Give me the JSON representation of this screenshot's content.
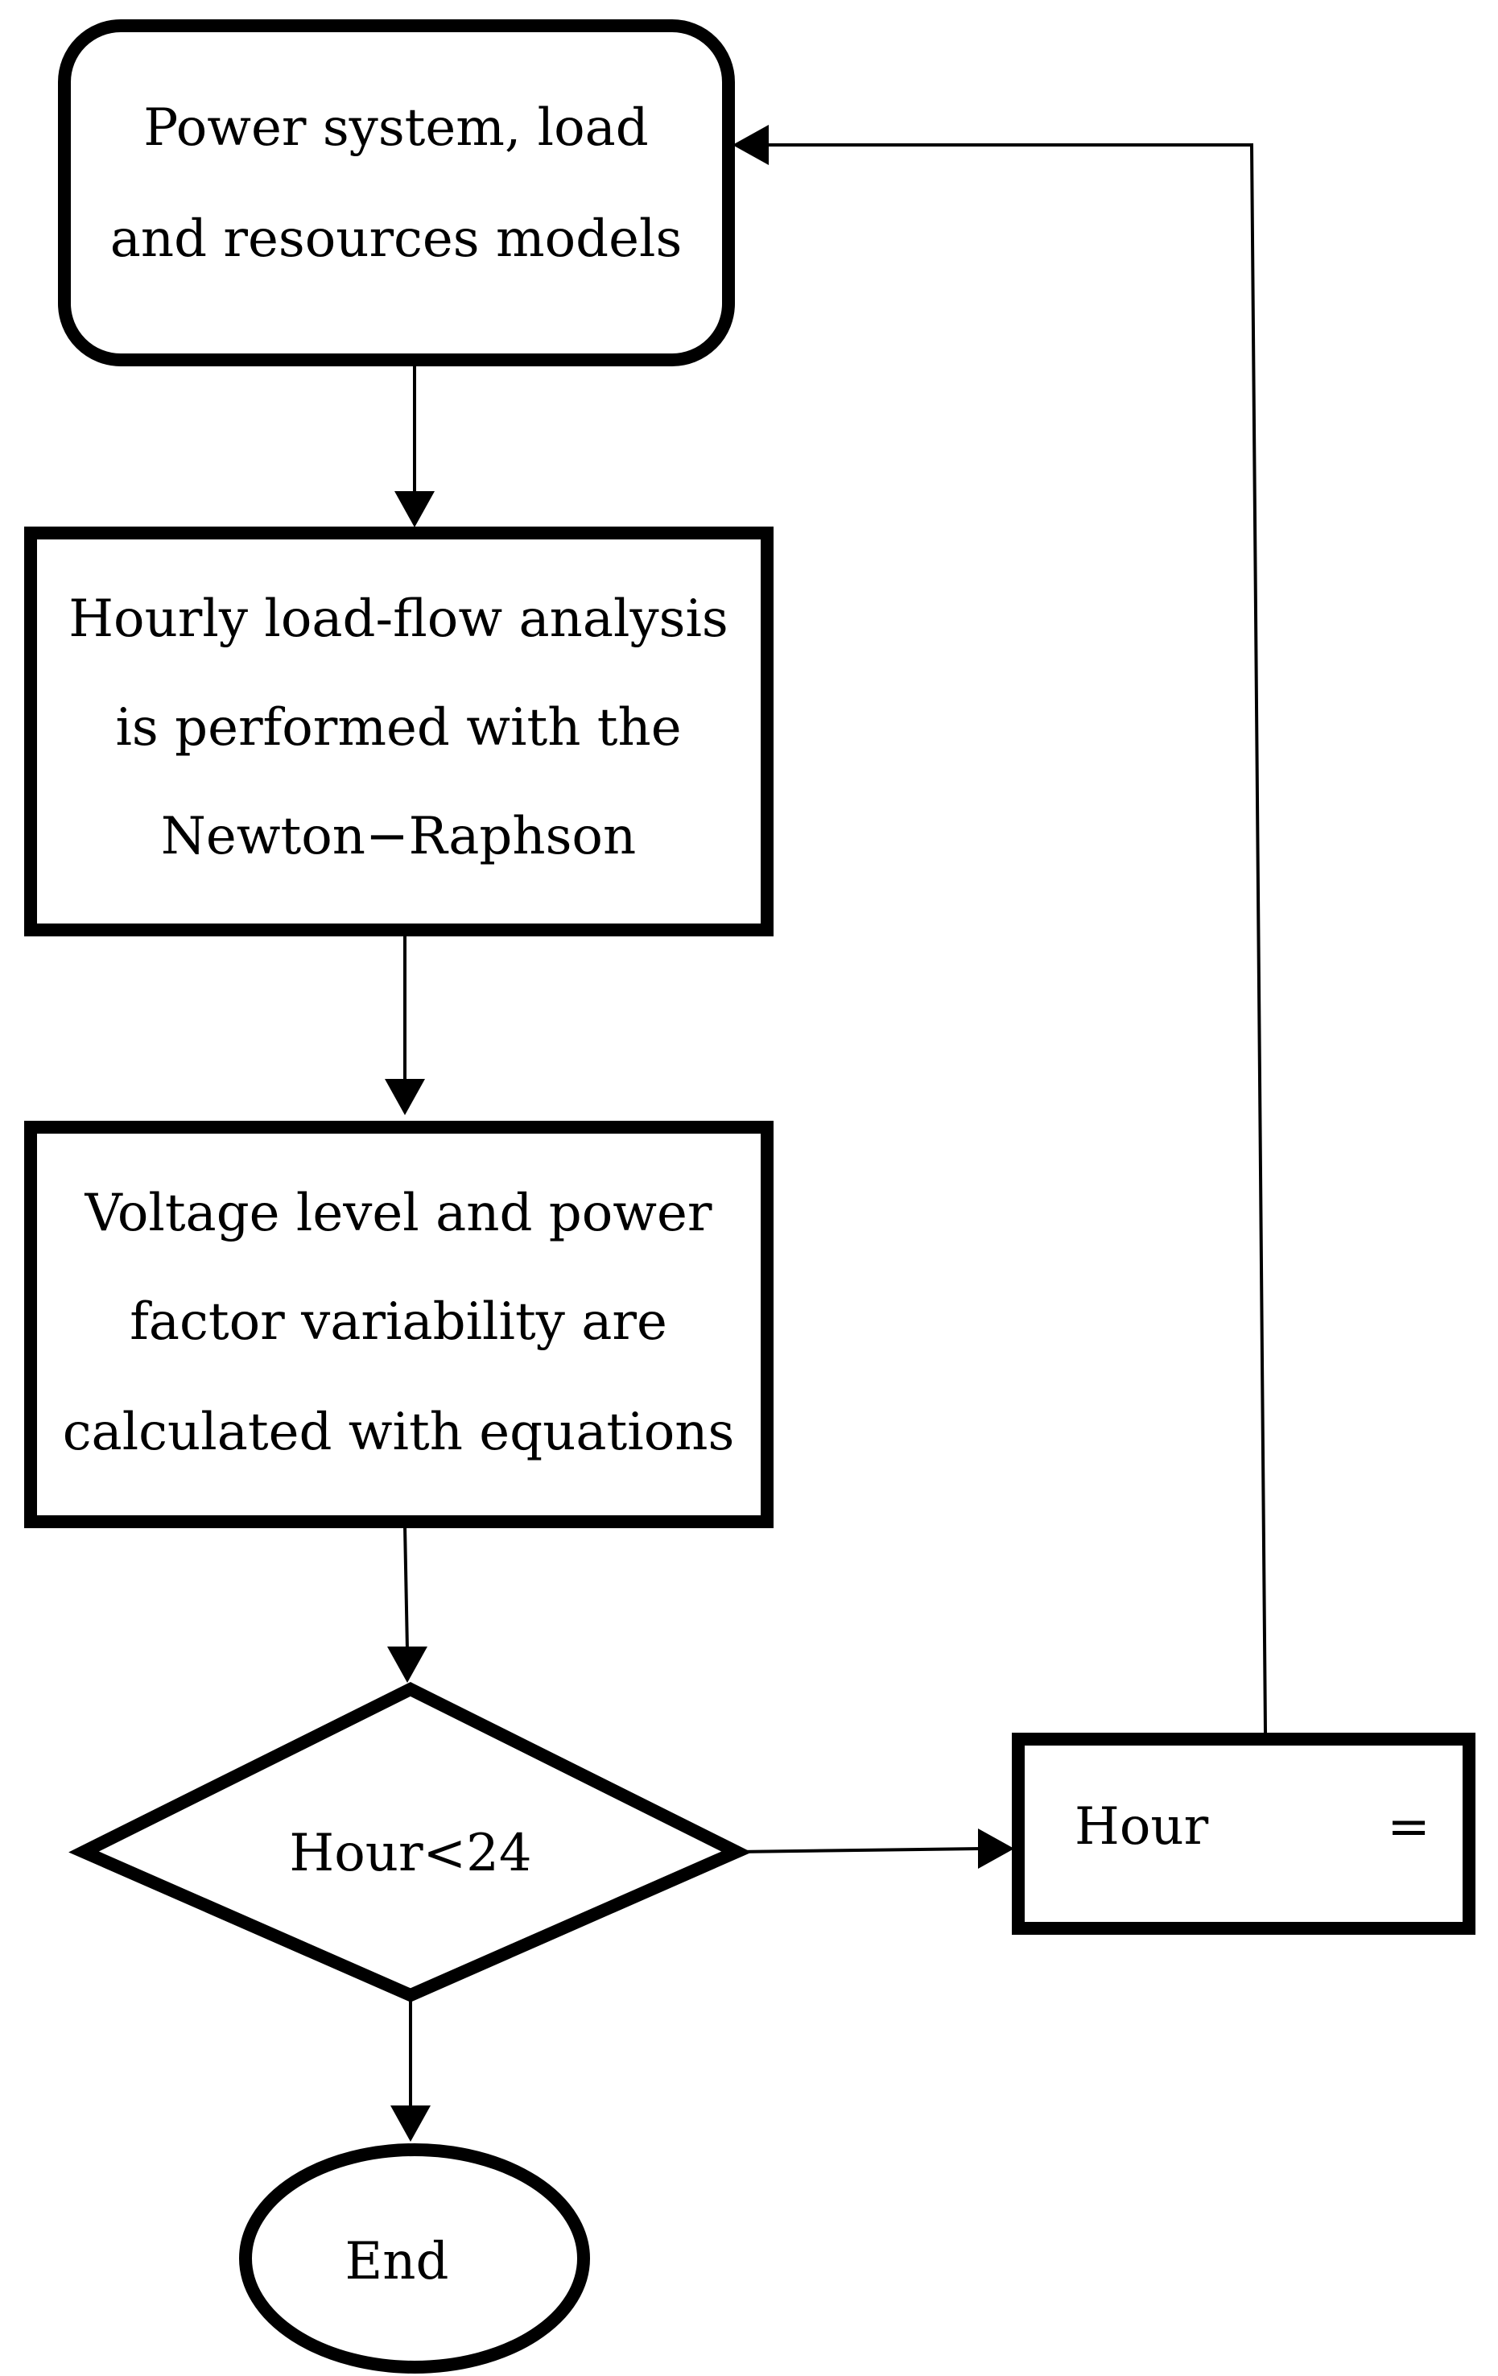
{
  "nodes": {
    "models": {
      "line1": "Power system, load",
      "line2": "and resources models"
    },
    "loadflow": {
      "line1": "Hourly load-flow analysis",
      "line2": "is performed with the",
      "line3": "Newton−Raphson"
    },
    "voltage": {
      "line1": "Voltage level and power",
      "line2": "factor variability are",
      "line3": "calculated with equations"
    },
    "decision": {
      "label": "Hour<24"
    },
    "increment": {
      "left": "Hour",
      "right": "="
    },
    "end": {
      "label": "End"
    }
  },
  "colors": {
    "stroke": "#000000",
    "fill": "#ffffff",
    "text": "#000000"
  }
}
